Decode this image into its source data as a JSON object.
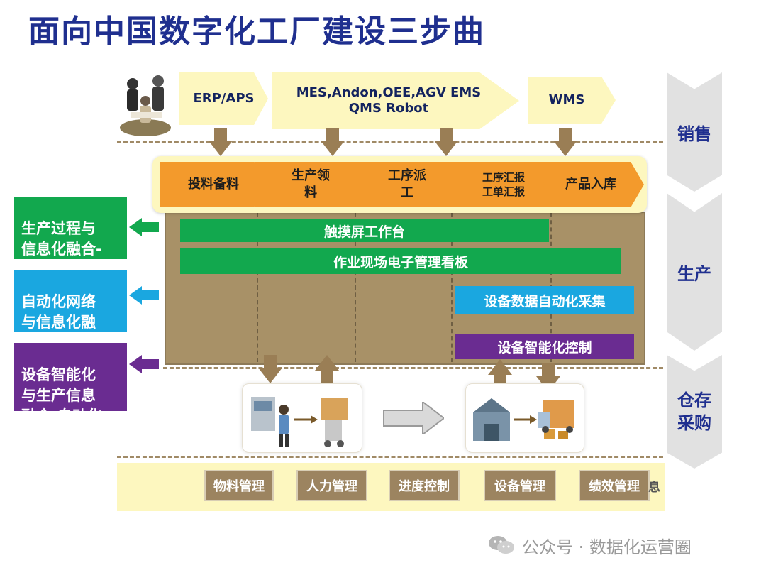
{
  "title": "面向中国数字化工厂建设三步曲",
  "top_systems": [
    {
      "label": "ERP/APS"
    },
    {
      "label": "MES,Andon,OEE,AGV EMS\nQMS Robot"
    },
    {
      "label": "WMS"
    }
  ],
  "stages": [
    {
      "label": "销售"
    },
    {
      "label": "生产"
    },
    {
      "label": "仓存\n采购"
    }
  ],
  "flow_steps": [
    {
      "label": "投料备料"
    },
    {
      "label": "生产领\n料"
    },
    {
      "label": "工序派\n工"
    },
    {
      "label": "工序汇报\n工单汇报"
    },
    {
      "label": "产品入库"
    }
  ],
  "bars": {
    "touch_screen": "触摸屏工作台",
    "dashboard": "作业现场电子管理看板",
    "data_collection": "设备数据自动化采集",
    "smart_control": "设备智能化控制"
  },
  "side_boxes": [
    {
      "label": "生产过程与\n信息化融合-\n信息化",
      "color": "#12a84e"
    },
    {
      "label": "自动化网络\n与信息化融\n合-网络化",
      "color": "#1aa7e0"
    },
    {
      "label": "设备智能化\n与生产信息\n融合-自动化",
      "color": "#6a2c91"
    }
  ],
  "bottom_tags": [
    {
      "label": "物料管理"
    },
    {
      "label": "人力管理"
    },
    {
      "label": "进度控制"
    },
    {
      "label": "设备管理"
    },
    {
      "label": "绩效管理"
    }
  ],
  "bottom_suffix": "息",
  "watermark": "公众号 · 数据化运营圈",
  "colors": {
    "title": "#1f2f8f",
    "yellow": "#fdf7bf",
    "orange": "#f39a2c",
    "tan": "#a08a66",
    "green": "#12a84e",
    "blue": "#1aa7e0",
    "purple": "#6a2c91"
  }
}
